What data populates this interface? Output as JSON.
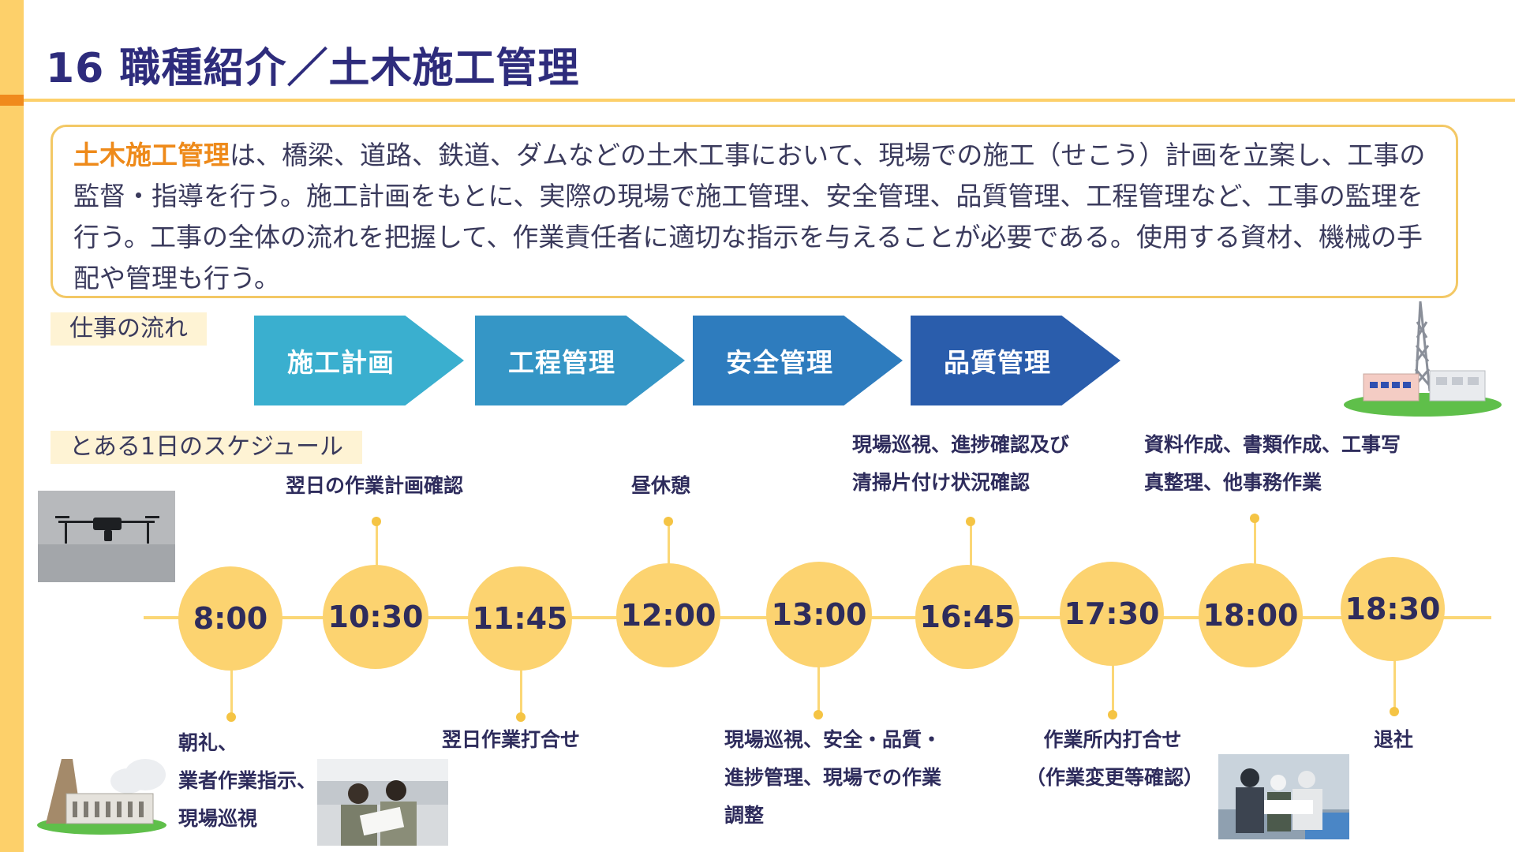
{
  "header": {
    "title": "16 職種紹介／土木施工管理"
  },
  "description": {
    "highlight": "土木施工管理",
    "text": "は、橋梁、道路、鉄道、ダムなどの土木工事において、現場での施工（せこう）計画を立案し、工事の監督・指導を行う。施工計画をもとに、実際の現場で施工管理、安全管理、品質管理、工程管理など、工事の監理を行う。工事の全体の流れを把握して、作業責任者に適切な指示を与えることが必要である。使用する資材、機械の手配や管理も行う。"
  },
  "workflow": {
    "label": "仕事の流れ",
    "steps": [
      {
        "label": "施工計画",
        "color": "#3aafcf"
      },
      {
        "label": "工程管理",
        "color": "#3596c6"
      },
      {
        "label": "安全管理",
        "color": "#2e7cbe"
      },
      {
        "label": "品質管理",
        "color": "#2a5dac"
      }
    ]
  },
  "schedule": {
    "label": "とある1日のスケジュール",
    "items": [
      {
        "time": "8:00",
        "activity": [
          "朝礼、",
          "業者作業指示、",
          "現場巡視"
        ]
      },
      {
        "time": "10:30",
        "activity": [
          "翌日の作業計画確認"
        ]
      },
      {
        "time": "11:45",
        "activity": [
          "翌日作業打合せ"
        ]
      },
      {
        "time": "12:00",
        "activity": [
          "昼休憩"
        ]
      },
      {
        "time": "13:00",
        "activity": [
          "現場巡視、安全・品質・",
          "進捗管理、現場での作業",
          "調整"
        ]
      },
      {
        "time": "16:45",
        "activity": [
          "現場巡視、進捗確認及び",
          "清掃片付け状況確認"
        ]
      },
      {
        "time": "17:30",
        "activity": [
          "作業所内打合せ",
          "（作業変更等確認）"
        ]
      },
      {
        "time": "18:00",
        "activity": [
          "資料作成、書類作成、工事写",
          "真整理、他事務作業"
        ]
      },
      {
        "time": "18:30",
        "activity": [
          "退社"
        ]
      }
    ]
  },
  "colors": {
    "accent_yellow": "#fdd06a",
    "accent_orange": "#ee8a1a",
    "title_navy": "#2e2c7c",
    "timeline_circle": "#fcd370"
  }
}
